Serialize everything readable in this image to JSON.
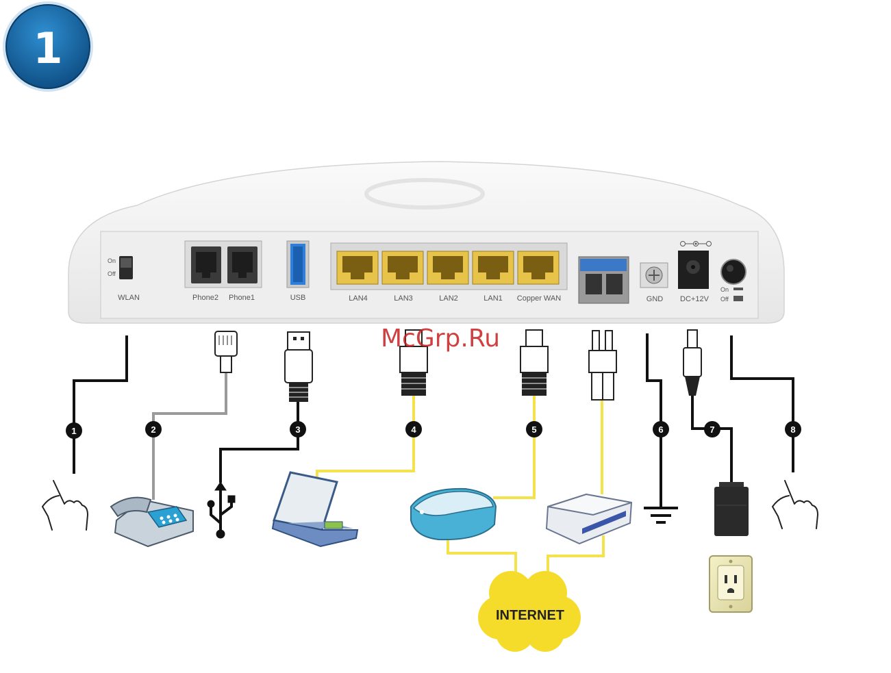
{
  "step_number": "1",
  "watermark": "McGrp.Ru",
  "internet_label": "INTERNET",
  "switch_labels": {
    "on": "On",
    "off": "Off"
  },
  "ports": [
    {
      "id": "wlan",
      "label": "WLAN"
    },
    {
      "id": "phone2",
      "label": "Phone2"
    },
    {
      "id": "phone1",
      "label": "Phone1"
    },
    {
      "id": "usb",
      "label": "USB"
    },
    {
      "id": "lan4",
      "label": "LAN4"
    },
    {
      "id": "lan3",
      "label": "LAN3"
    },
    {
      "id": "lan2",
      "label": "LAN2"
    },
    {
      "id": "lan1",
      "label": "LAN1"
    },
    {
      "id": "copper_wan",
      "label": "Copper WAN"
    },
    {
      "id": "gnd",
      "label": "GND"
    },
    {
      "id": "dc12v",
      "label": "DC+12V"
    }
  ],
  "callouts": [
    "1",
    "2",
    "3",
    "4",
    "5",
    "6",
    "7",
    "8"
  ],
  "colors": {
    "badge_blue": "#1a6fa8",
    "lan_yellow": "#e8c34a",
    "cable_yellow": "#f3e24a",
    "cable_grey": "#9a9a9a",
    "cloud_yellow": "#f5dc2a",
    "modem_blue": "#49b0d6"
  }
}
